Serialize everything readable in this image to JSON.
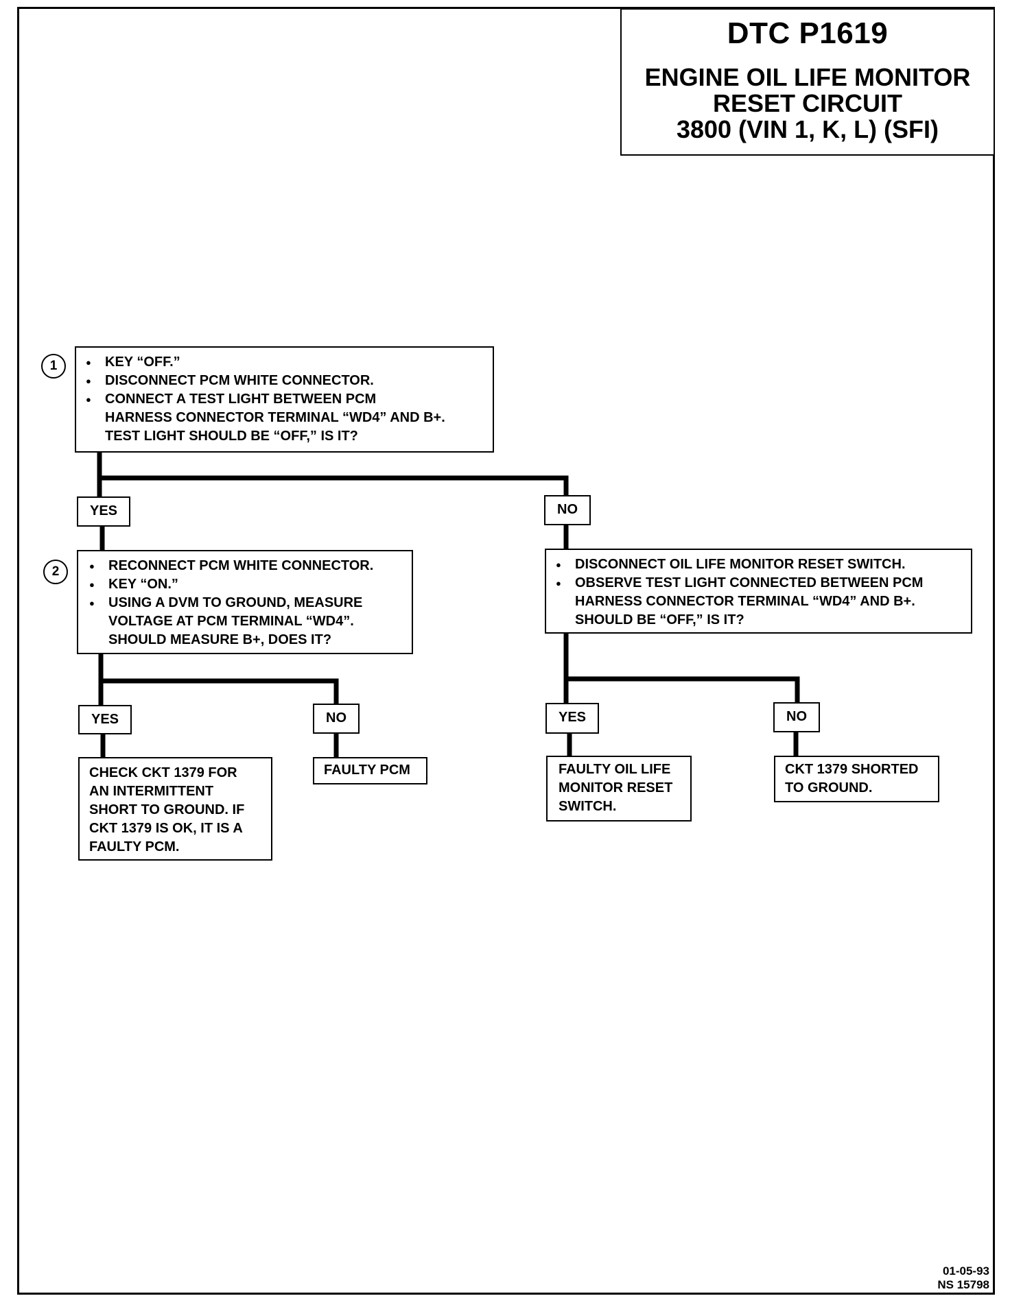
{
  "title": {
    "code": "DTC P1619",
    "line1": "ENGINE OIL LIFE MONITOR",
    "line2": "RESET CIRCUIT",
    "line3": "3800  (VIN 1, K, L)  (SFI)"
  },
  "step1": {
    "number": "1",
    "bullets": [
      "KEY “OFF.”",
      "DISCONNECT PCM WHITE CONNECTOR.",
      "CONNECT A TEST LIGHT BETWEEN PCM"
    ],
    "continuation": [
      "HARNESS CONNECTOR TERMINAL “WD4” AND B+.",
      "TEST LIGHT SHOULD BE “OFF,” IS IT?"
    ]
  },
  "branch1": {
    "yes": "YES",
    "no": "NO"
  },
  "step2": {
    "number": "2",
    "bullets": [
      "RECONNECT PCM WHITE CONNECTOR.",
      "KEY “ON.”",
      "USING A DVM TO GROUND, MEASURE"
    ],
    "continuation": [
      "VOLTAGE AT PCM TERMINAL “WD4”.",
      "SHOULD MEASURE B+, DOES IT?"
    ]
  },
  "no_branch_step": {
    "bullets": [
      "DISCONNECT OIL LIFE MONITOR RESET SWITCH.",
      "OBSERVE TEST LIGHT CONNECTED BETWEEN PCM"
    ],
    "continuation": [
      "HARNESS CONNECTOR TERMINAL “WD4” AND B+.",
      "SHOULD BE “OFF,” IS IT?"
    ]
  },
  "branch2": {
    "yes": "YES",
    "no": "NO"
  },
  "branch3": {
    "yes": "YES",
    "no": "NO"
  },
  "results": {
    "check_ckt": [
      "CHECK CKT 1379 FOR",
      "AN INTERMITTENT",
      "SHORT TO GROUND.  IF",
      "CKT 1379 IS OK, IT IS A",
      "FAULTY PCM."
    ],
    "faulty_pcm": "FAULTY PCM",
    "faulty_switch": [
      "FAULTY OIL LIFE",
      "MONITOR RESET",
      "SWITCH."
    ],
    "ckt_shorted": [
      "CKT 1379 SHORTED",
      "TO GROUND."
    ]
  },
  "footer": {
    "date": "01-05-93",
    "ref": "NS 15798"
  }
}
